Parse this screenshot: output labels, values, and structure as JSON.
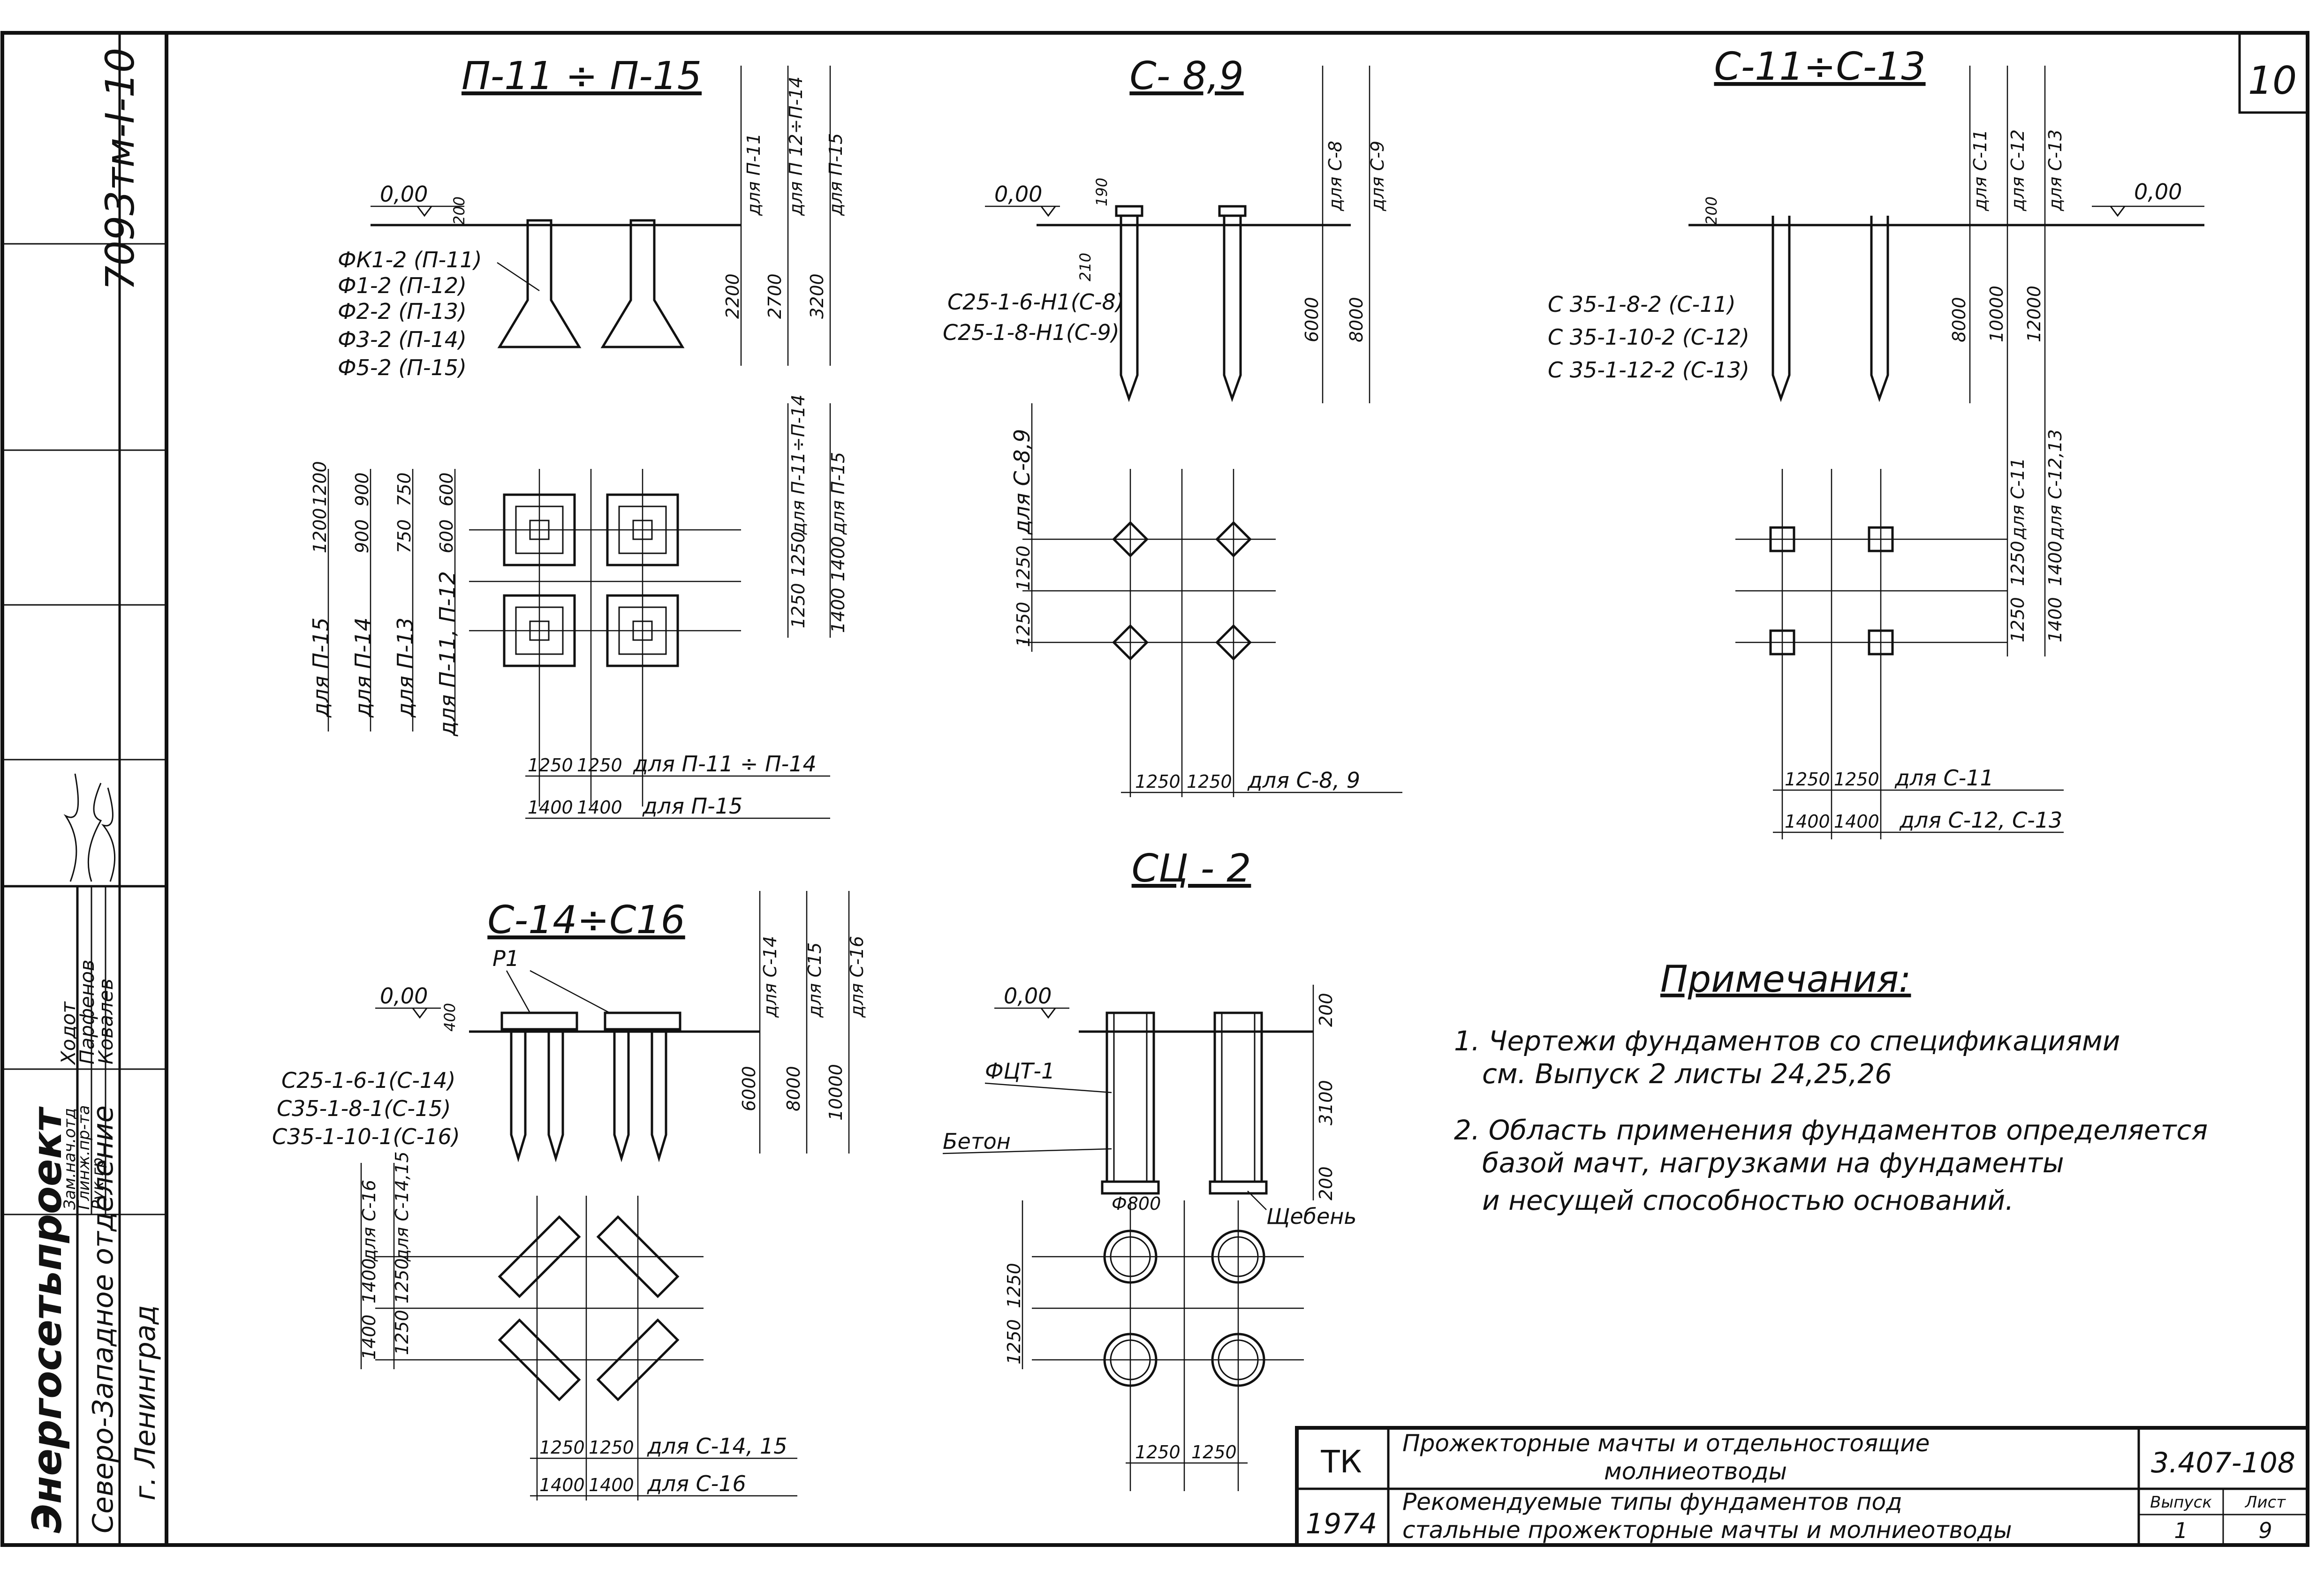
{
  "sheet": {
    "number": "10",
    "doc_code": "7093тм-I-10"
  },
  "side_block": {
    "org": "Энергосетьпроект",
    "branch": "Северо-Западное отделение",
    "city": "г. Ленинград",
    "roles": [
      "Зам.нач.отд",
      "Глинж.пр-та",
      "Рук.гр."
    ],
    "names": [
      "Ходот",
      "Парфенов",
      "Ковалев"
    ]
  },
  "views": {
    "p11": {
      "title": "П-11 ÷ П-15",
      "level": "0,00",
      "lvl_dim": "200",
      "items": [
        "ФК1-2 (П-11)",
        "Ф1-2 (П-12)",
        "Ф2-2 (П-13)",
        "Ф3-2 (П-14)",
        "Ф5-2 (П-15)"
      ],
      "depth_labels": [
        "для П-11",
        "для П 12÷П-14",
        "для П-15"
      ],
      "depths": [
        "2200",
        "2700",
        "3200"
      ],
      "plan_labels": [
        "для П-11÷П-14",
        "для П-15"
      ],
      "plan_dims_v": [
        "1250",
        "1250",
        "1400",
        "1400"
      ],
      "left_labels": [
        "для П-15",
        "для П-14",
        "для П-13",
        "для П-11, П-12"
      ],
      "top_dims": [
        "1200",
        "1200",
        "900",
        "900",
        "750",
        "750",
        "600",
        "600"
      ],
      "bottom_a": [
        "1250",
        "1250"
      ],
      "bottom_a_label": "для П-11 ÷ П-14",
      "bottom_b": [
        "1400",
        "1400"
      ],
      "bottom_b_label": "для П-15"
    },
    "c8": {
      "title": "С- 8,9",
      "level": "0,00",
      "top_dims": [
        "190",
        "210"
      ],
      "items": [
        "С25-1-6-Н1(С-8)",
        "С25-1-8-Н1(С-9)"
      ],
      "depth_labels": [
        "для С-8",
        "для С-9"
      ],
      "depths": [
        "6000",
        "8000"
      ],
      "plan_label": "для С-8,9",
      "plan_dims_v": [
        "1250",
        "1250"
      ],
      "bottom": [
        "1250",
        "1250"
      ],
      "bottom_label": "для С-8, 9"
    },
    "c11": {
      "title": "С-11÷С-13",
      "level": "0,00",
      "lvl_dim": "200",
      "items": [
        "С 35-1-8-2 (С-11)",
        "С 35-1-10-2 (С-12)",
        "С 35-1-12-2 (С-13)"
      ],
      "depth_labels": [
        "для С-11",
        "для С-12",
        "для С-13"
      ],
      "depths": [
        "8000",
        "10000",
        "12000"
      ],
      "plan_labels": [
        "для С-11",
        "для С-12,13"
      ],
      "plan_dims_v": [
        "1250",
        "1250",
        "1400",
        "1400"
      ],
      "bottom_a": [
        "1250",
        "1250"
      ],
      "bottom_a_label": "для С-11",
      "bottom_b": [
        "1400",
        "1400"
      ],
      "bottom_b_label": "для С-12, С-13"
    },
    "c14": {
      "title": "С-14÷С16",
      "ref": "Р1",
      "level": "0,00",
      "lvl_dim": "400",
      "items": [
        "С25-1-6-1(С-14)",
        "С35-1-8-1(С-15)",
        "С35-1-10-1(С-16)"
      ],
      "depth_labels": [
        "для С-14",
        "для С15",
        "для С-16"
      ],
      "depths": [
        "6000",
        "8000",
        "10000"
      ],
      "plan_labels": [
        "для С-16",
        "для С-14,15"
      ],
      "plan_dims_v": [
        "1400",
        "1400",
        "1250",
        "1250"
      ],
      "bottom_a": [
        "1250",
        "1250"
      ],
      "bottom_a_label": "для С-14, 15",
      "bottom_b": [
        "1400",
        "1400"
      ],
      "bottom_b_label": "для С-16"
    },
    "sc2": {
      "title": "СЦ - 2",
      "level": "0,00",
      "item": "ФЦТ-1",
      "concrete": "Бетон",
      "gravel": "Щебень",
      "depths": [
        "200",
        "3100",
        "200"
      ],
      "diam": "Ф800",
      "plan_dims_v": [
        "1250",
        "1250"
      ],
      "bottom": [
        "1250",
        "1250"
      ]
    }
  },
  "notes": {
    "title": "Примечания:",
    "items": [
      "1. Чертежи фундаментов со спецификациями",
      "см. Выпуск 2   листы  24,25,26",
      "2. Область применения фундаментов определяется",
      "базой мачт, нагрузками на фундаменты",
      "и несущей способностью оснований."
    ]
  },
  "title_block": {
    "code1": "ТК",
    "year": "1974",
    "title1": "Прожекторные мачты и отдельностоящие",
    "title2": "молниеотводы",
    "sub1": "Рекомендуемые типы фундаментов  под",
    "sub2": "стальные прожекторные мачты и молниеотводы",
    "series": "3.407-108",
    "issue_h": "Выпуск",
    "sheet_h": "Лист",
    "issue": "1",
    "sheet": "9"
  }
}
